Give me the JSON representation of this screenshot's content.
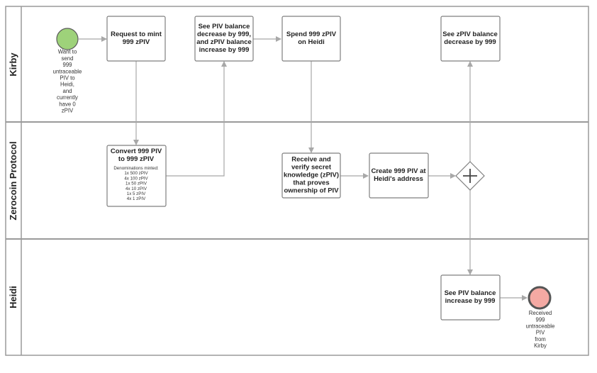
{
  "lanes": {
    "kirby": "Kirby",
    "zerocoin": "Zerocoin Protocol",
    "heidi": "Heidi"
  },
  "start_event": {
    "lines": [
      "Want to",
      "send",
      "999",
      "untraceable",
      "PIV to",
      "Heidi,",
      "and",
      "currently",
      "have 0",
      "zPIV"
    ],
    "color": "#9ed27a"
  },
  "end_event": {
    "lines": [
      "Received",
      "999",
      "untraceable",
      "PIV",
      "from",
      "Kirby"
    ],
    "color": "#f4a9a3"
  },
  "tasks": {
    "request_mint": [
      "Request to mint",
      "999 zPIV"
    ],
    "see_piv_decrease": [
      "See PIV balance",
      "decrease by 999,",
      "and zPIV balance",
      "increase by 999"
    ],
    "spend_zpiv": [
      "Spend 999 zPIV",
      "on Heidi"
    ],
    "see_zpiv_decrease": [
      "See zPIV balance",
      "decrease by 999"
    ],
    "convert": {
      "title": [
        "Convert 999 PIV",
        "to 999 zPIV"
      ],
      "details": [
        "Denominations minted:",
        "1x 500 zPIV",
        "4x 100 zPIV",
        "1x 50 zPIV",
        "4x 10 zPIV",
        "1x 5 zPIV",
        "4x 1 zPIV"
      ]
    },
    "verify": [
      "Receive and",
      "verify secret",
      "knowledge (zPIV)",
      "that proves",
      "ownership of PIV"
    ],
    "create_piv": [
      "Create 999 PIV at",
      "Heidi's address"
    ],
    "see_piv_increase": [
      "See PIV balance",
      "increase by 999"
    ]
  },
  "gateway": {
    "type": "parallel",
    "symbol": "plus-icon"
  },
  "colors": {
    "line": "#a8a8a8",
    "border": "#9a9a9a"
  }
}
